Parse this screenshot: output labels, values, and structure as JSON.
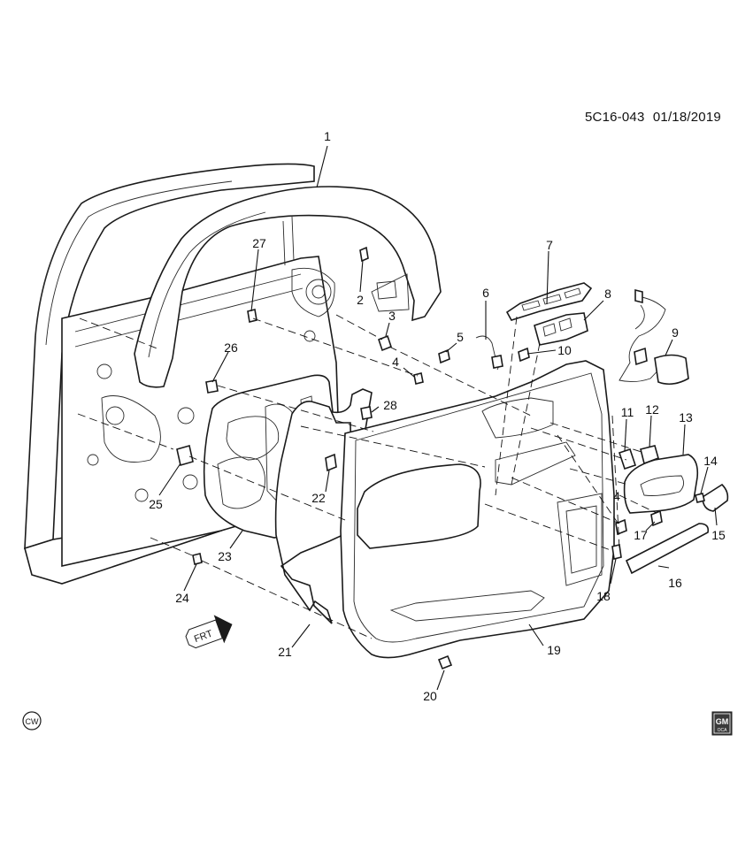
{
  "header": {
    "diagram_code": "5C16-043",
    "date": "01/18/2019"
  },
  "corner_marks": {
    "cw_badge": "CW",
    "gm_logo": "GM",
    "gm_sub": "OCA"
  },
  "front_indicator": {
    "text": "FRT"
  },
  "callouts": {
    "c1": "1",
    "c2": "2",
    "c3": "3",
    "c4a": "4",
    "c4b": "4",
    "c5": "5",
    "c6": "6",
    "c7": "7",
    "c8": "8",
    "c9": "9",
    "c10": "10",
    "c11": "11",
    "c12": "12",
    "c13": "13",
    "c14": "14",
    "c15": "15",
    "c16": "16",
    "c17": "17",
    "c18": "18",
    "c19": "19",
    "c20": "20",
    "c21": "21",
    "c22": "22",
    "c23": "23",
    "c24": "24",
    "c25": "25",
    "c26": "26",
    "c27": "27",
    "c28": "28"
  },
  "colors": {
    "ink": "#1a1a1a",
    "paper": "#ffffff",
    "gm_logo_bg": "#3a3a3a"
  }
}
